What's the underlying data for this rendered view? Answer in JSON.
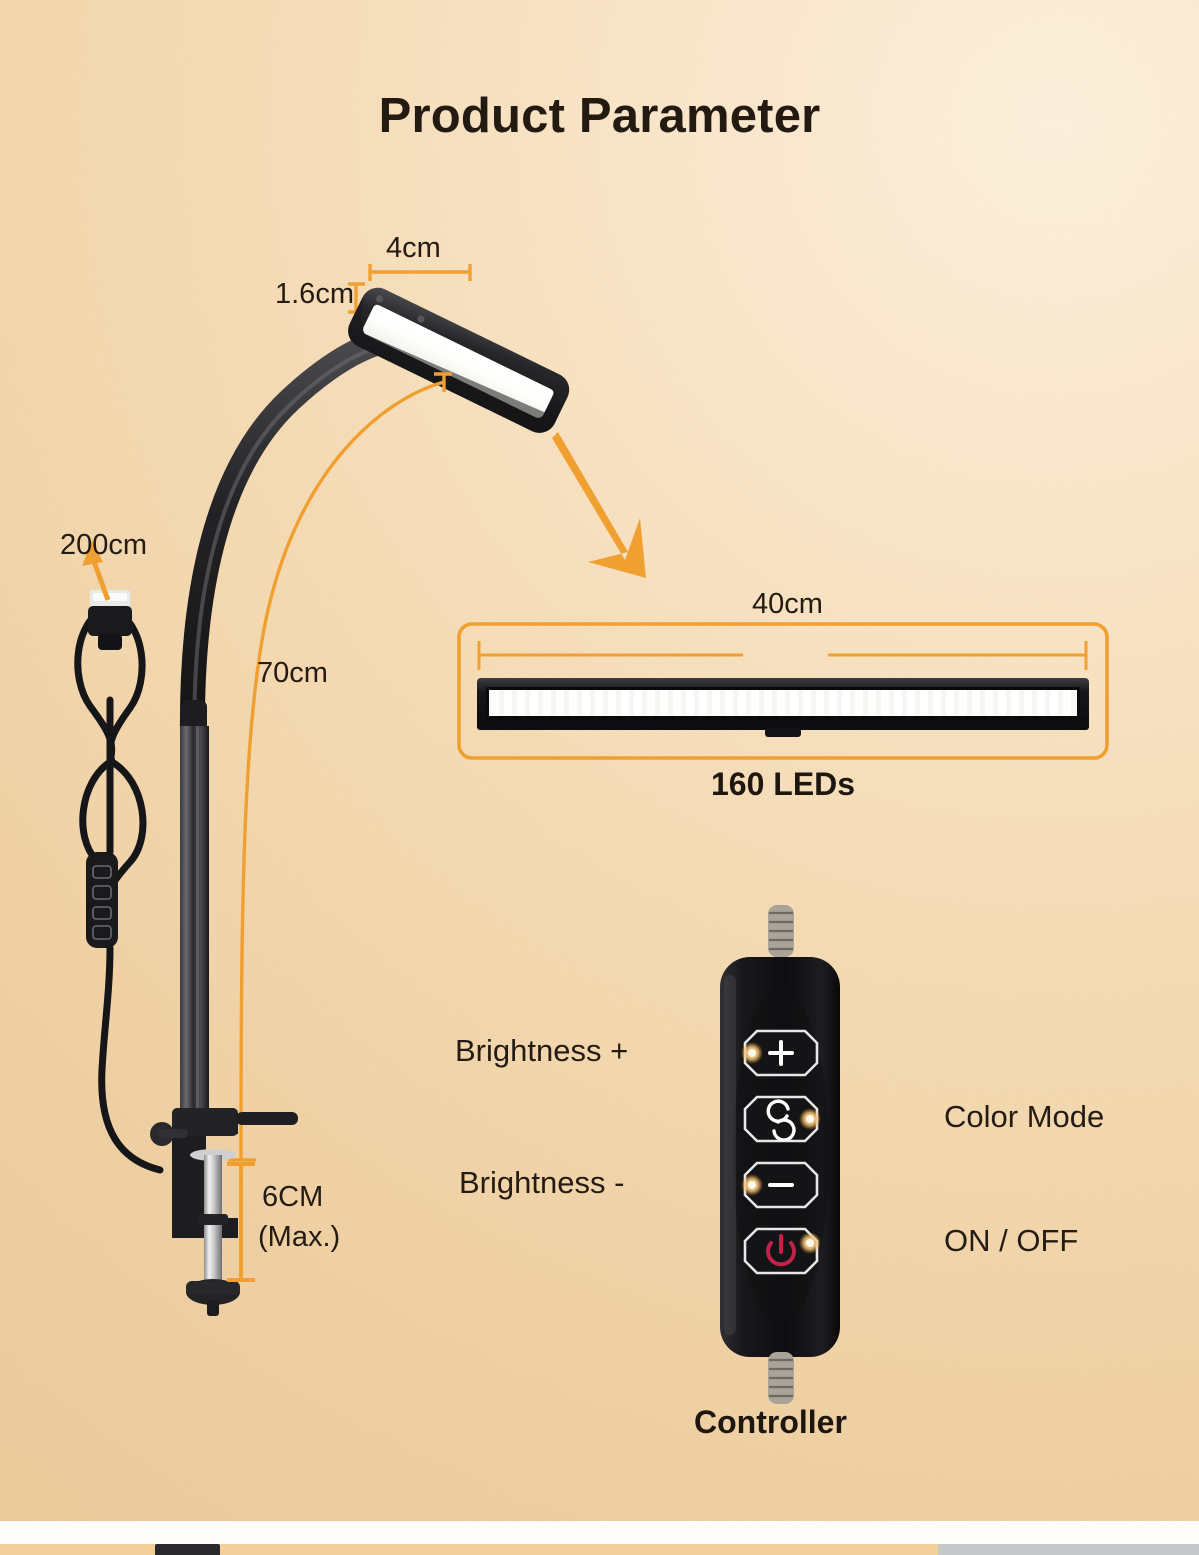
{
  "page": {
    "title": "Product Parameter",
    "background_color": "#f3d8ac",
    "accent_color": "#f0a030",
    "text_color": "#231a12"
  },
  "lamp_head": {
    "width_label": "4cm",
    "thickness_label": "1.6cm"
  },
  "arm": {
    "length_label": "70cm"
  },
  "cable": {
    "length_label": "200cm"
  },
  "clamp": {
    "size_label": "6CM",
    "size_note": "(Max.)"
  },
  "led_panel": {
    "width_label": "40cm",
    "led_count_label": "160 LEDs"
  },
  "controller": {
    "caption": "Controller",
    "buttons": [
      {
        "id": "brightness-up",
        "icon": "plus-icon",
        "label": "Brightness +",
        "side": "left"
      },
      {
        "id": "color-mode",
        "icon": "color-mode-icon",
        "label": "Color Mode",
        "side": "right"
      },
      {
        "id": "brightness-down",
        "icon": "minus-icon",
        "label": "Brightness -",
        "side": "left"
      },
      {
        "id": "power",
        "icon": "power-icon",
        "label": "ON / OFF",
        "side": "right"
      }
    ]
  }
}
